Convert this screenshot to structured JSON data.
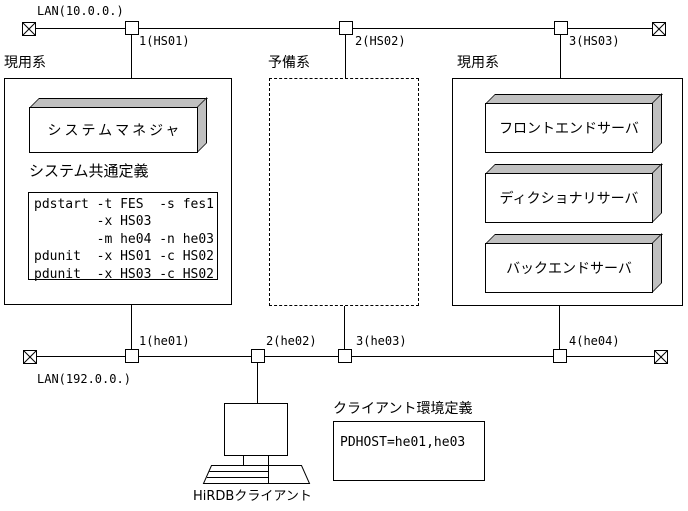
{
  "top_lan": {
    "label": "LAN(10.0.0.)",
    "nodes": [
      {
        "label": "1(HS01)"
      },
      {
        "label": "2(HS02)"
      },
      {
        "label": "3(HS03)"
      }
    ]
  },
  "bottom_lan": {
    "label": "LAN(192.0.0.)",
    "nodes": [
      {
        "label": "1(he01)"
      },
      {
        "label": "2(he02)"
      },
      {
        "label": "3(he03)"
      },
      {
        "label": "4(he04)"
      }
    ]
  },
  "left_system": {
    "title": "現用系",
    "server_label": "システムマネジャ",
    "definition_title": "システム共通定義",
    "definition_code": "pdstart -t FES  -s fes1\n        -x HS03\n        -m he04 -n he03\npdunit  -x HS01 -c HS02\npdunit  -x HS03 -c HS02"
  },
  "standby_system": {
    "title": "予備系"
  },
  "right_system": {
    "title": "現用系",
    "servers": [
      {
        "label": "フロントエンドサーバ"
      },
      {
        "label": "ディクショナリサーバ"
      },
      {
        "label": "バックエンドサーバ"
      }
    ]
  },
  "client": {
    "label": "HiRDBクライアント",
    "definition_title": "クライアント環境定義",
    "definition_code": "PDHOST=he01,he03"
  },
  "icons": {
    "lan_terminator": "boxed-x",
    "client_computer": "desktop-terminal"
  },
  "colors": {
    "line": "#000000",
    "shade_3d": "#c0c0c0",
    "background": "#ffffff"
  }
}
